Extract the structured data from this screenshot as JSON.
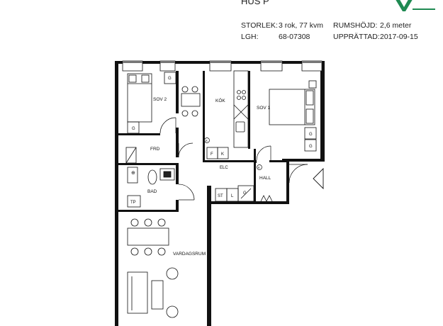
{
  "header": {
    "building": "HUS P",
    "size_label": "STORLEK:",
    "size_value": "3 rok, 77 kvm",
    "height_label": "RUMSHÖJD:",
    "height_value": "2,6 meter",
    "apt_label": "LGH:",
    "apt_value": "68-07308",
    "date_label": "UPPRÄTTAD:",
    "date_value": "2017-09-15",
    "brand_colors": {
      "logo_green": "#1f8a52"
    }
  },
  "rooms": {
    "sov2": "SOV 2",
    "kok": "KÖK",
    "sov1": "SOV 1",
    "frd": "FRD",
    "elc": "ELC",
    "hall": "HALL",
    "bad": "BAD",
    "vardagsrum": "VARDAGSRUM"
  },
  "fixtures": {
    "g": "G",
    "f": "F",
    "k": "K",
    "st": "ST",
    "l": "L",
    "tp": "TP",
    "circle_k": "K"
  }
}
